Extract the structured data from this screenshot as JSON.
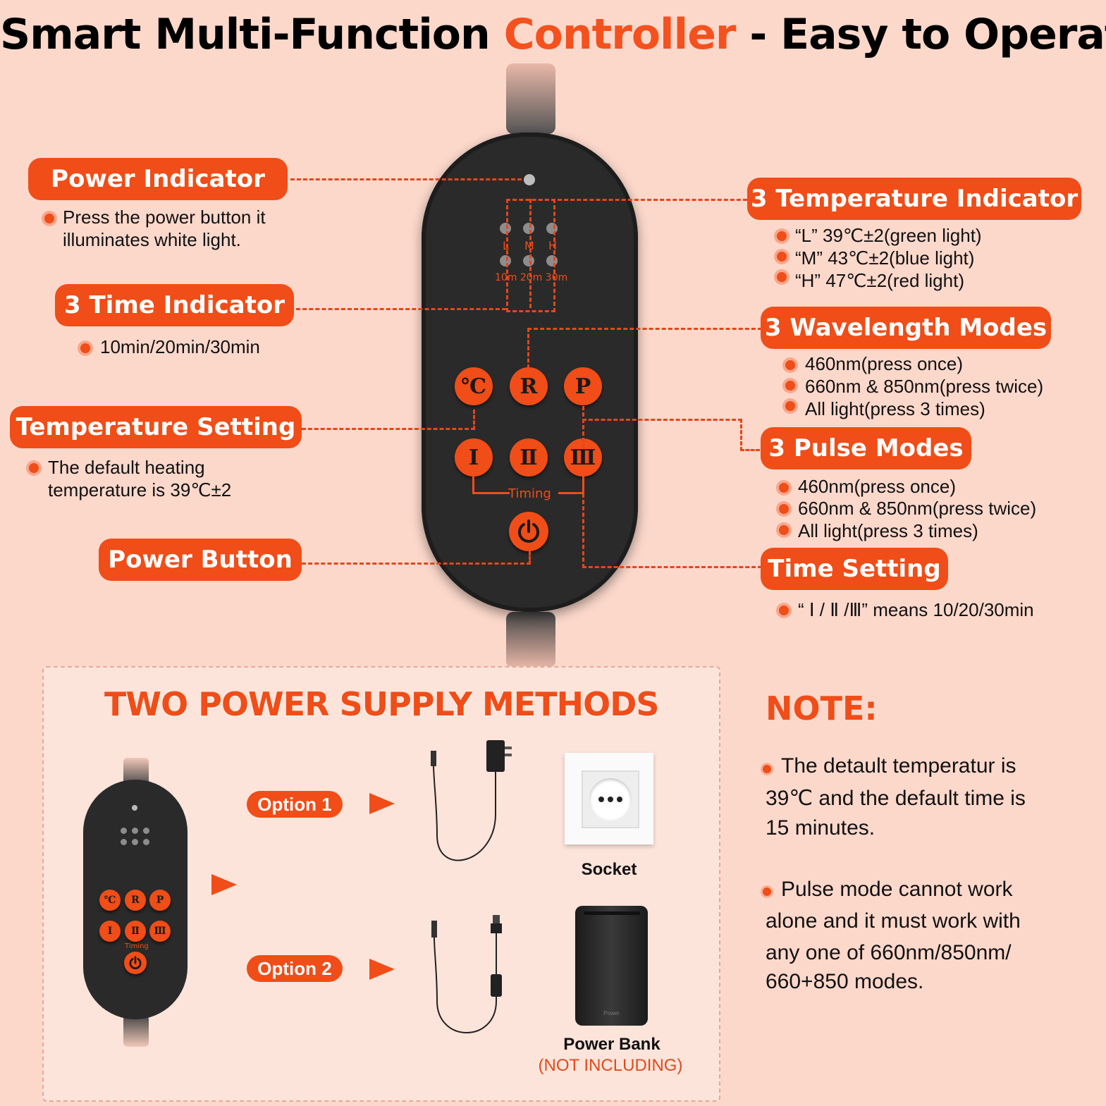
{
  "title": {
    "part1": "Smart Multi-Function ",
    "highlight": "Controller",
    "part2": " - Easy to Operate"
  },
  "labels": {
    "power_indicator": {
      "title": "Power Indicator",
      "lines": [
        "Press the power button it",
        "illuminates white light."
      ]
    },
    "time_indicator": {
      "title": "3 Time Indicator",
      "lines": [
        "10min/20min/30min"
      ]
    },
    "temperature_setting": {
      "title": "Temperature Setting",
      "lines": [
        "The default heating",
        "temperature is 39℃±2"
      ]
    },
    "power_button": {
      "title": "Power Button"
    },
    "temperature_indicator": {
      "title": "3 Temperature Indicator",
      "lines": [
        "“L”   39℃±2(green light)",
        "“M”  43℃±2(blue light)",
        "“H”  47℃±2(red light)"
      ]
    },
    "wavelength_modes": {
      "title": "3 Wavelength Modes",
      "lines": [
        "460nm(press once)",
        "660nm & 850nm(press twice)",
        "All light(press 3 times)"
      ]
    },
    "pulse_modes": {
      "title": "3 Pulse Modes",
      "lines": [
        "460nm(press once)",
        "660nm & 850nm(press twice)",
        "All light(press 3 times)"
      ]
    },
    "time_setting": {
      "title": "Time Setting",
      "lines": [
        "“ Ⅰ / Ⅱ /Ⅲ”  means 10/20/30min"
      ]
    }
  },
  "controller": {
    "led_labels": [
      "L",
      "M",
      "H"
    ],
    "time_labels": "10m 20m 30m",
    "buttons_top": [
      "℃",
      "R",
      "P"
    ],
    "buttons_bottom": [
      "Ⅰ",
      "Ⅱ",
      "Ⅲ"
    ],
    "timing_label": "Timing",
    "power_icon": "power-icon"
  },
  "supply": {
    "title": "TWO POWER SUPPLY METHODS",
    "option1": "Option 1",
    "option2": "Option 2",
    "socket_label": "Socket",
    "powerbank_label": "Power Bank",
    "powerbank_note": "(NOT INCLUDING)",
    "powerbank_brand": "Power"
  },
  "note": {
    "heading": "NOTE:",
    "items": [
      [
        "The detault temperatur is",
        "39℃ and the default time is",
        "15 minutes."
      ],
      [
        "Pulse mode cannot work",
        "alone and it must work with",
        "any one of 660nm/850nm/",
        "660+850 modes."
      ]
    ]
  },
  "colors": {
    "accent": "#f04d18",
    "background": "#fcd8cb",
    "device": "#2a2a2a"
  }
}
